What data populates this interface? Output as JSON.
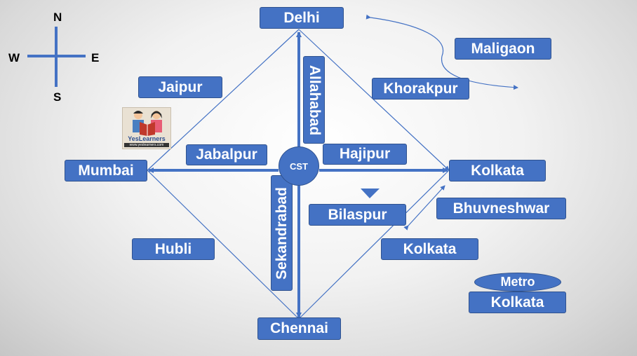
{
  "compass": {
    "north": "N",
    "south": "S",
    "east": "E",
    "west": "W"
  },
  "logo": {
    "brand": "YesLearners",
    "url": "www.yeslearners.com"
  },
  "cities": {
    "delhi": "Delhi",
    "mumbai": "Mumbai",
    "kolkata": "Kolkata",
    "chennai": "Chennai",
    "jaipur": "Jaipur",
    "jabalpur": "Jabalpur",
    "hajipur": "Hajipur",
    "allahabad": "Allahabad",
    "sekandrabad": "Sekandrabad",
    "khorakpur": "Khorakpur",
    "maligaon": "Maligaon",
    "bhuvneshwar": "Bhuvneshwar",
    "bilaspur": "Bilaspur",
    "hubli": "Hubli",
    "kolkata_south": "Kolkata",
    "metro": "Metro",
    "metro_kolkata": "Kolkata"
  },
  "center": "CST",
  "colors": {
    "box_fill": "#4472c4",
    "box_border": "#2f528f",
    "line": "#4472c4",
    "text": "#ffffff"
  }
}
